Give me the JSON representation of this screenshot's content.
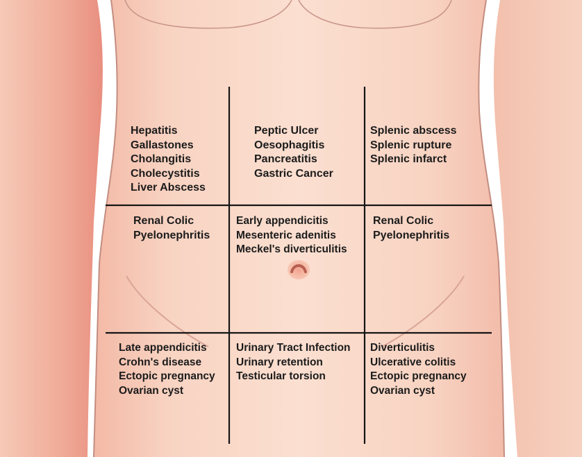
{
  "regions": {
    "right_hypochondriac": [
      "Hepatitis",
      "Gallastones",
      "Cholangitis",
      "Cholecystitis",
      "Liver Abscess"
    ],
    "epigastric": [
      "Peptic Ulcer",
      "Oesophagitis",
      "Pancreatitis",
      "Gastric Cancer"
    ],
    "left_hypochondriac": [
      "Splenic abscess",
      "Splenic rupture",
      "Splenic infarct"
    ],
    "right_lumbar": [
      "Renal Colic",
      "Pyelonephritis"
    ],
    "umbilical": [
      "Early appendicitis",
      "Mesenteric adenitis",
      "Meckel's diverticulitis"
    ],
    "left_lumbar": [
      "Renal Colic",
      "Pyelonephritis"
    ],
    "right_iliac": [
      "Late  appendicitis",
      "Crohn's disease",
      "Ectopic pregnancy",
      "Ovarian cyst"
    ],
    "hypogastric": [
      "Urinary Tract Infection",
      "Urinary retention",
      "Testicular torsion"
    ],
    "left_iliac": [
      "Diverticulitis",
      "Ulcerative colitis",
      "Ectopic pregnancy",
      "Ovarian cyst"
    ]
  },
  "colors": {
    "skin_light": "#fbe0d2",
    "skin_mid": "#f5c4ad",
    "skin_shadow": "#efa898",
    "outline": "#b07c70",
    "grid_line": "#151515",
    "text": "#1b1b1b"
  }
}
